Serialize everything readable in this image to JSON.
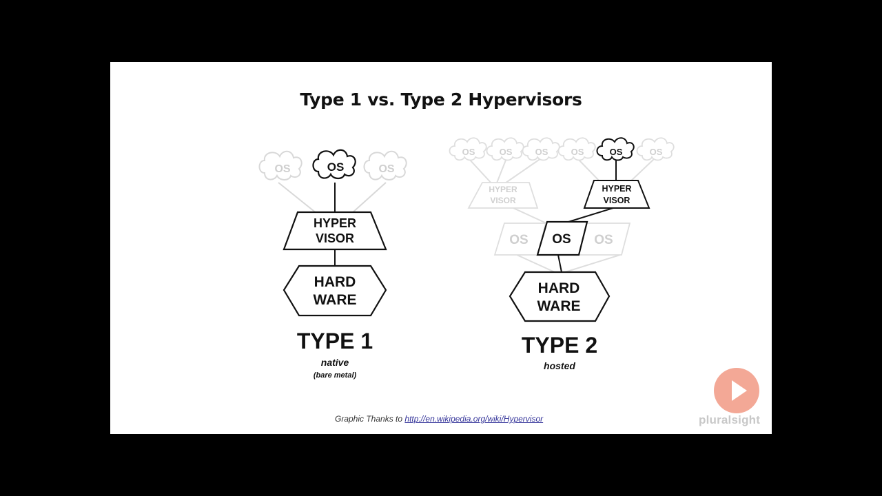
{
  "slide": {
    "title": "Type 1 vs. Type 2 Hypervisors",
    "credit_prefix": "Graphic Thanks to ",
    "credit_link": "http://en.wikipedia.org/wiki/Hypervisor",
    "brand": "pluralsight"
  },
  "type1": {
    "os_label": "OS",
    "hypervisor_line1": "HYPER",
    "hypervisor_line2": "VISOR",
    "hardware_line1": "HARD",
    "hardware_line2": "WARE",
    "heading": "TYPE 1",
    "subtitle": "native",
    "note": "(bare metal)"
  },
  "type2": {
    "os_label": "OS",
    "hypervisor_line1": "HYPER",
    "hypervisor_line2": "VISOR",
    "host_os": "OS",
    "hardware_line1": "HARD",
    "hardware_line2": "WARE",
    "heading": "TYPE 2",
    "subtitle": "hosted"
  },
  "colors": {
    "active": "#111111",
    "faded": "#cfcfcf",
    "play_button": "#f3a896"
  },
  "icons": [
    "play-icon"
  ]
}
